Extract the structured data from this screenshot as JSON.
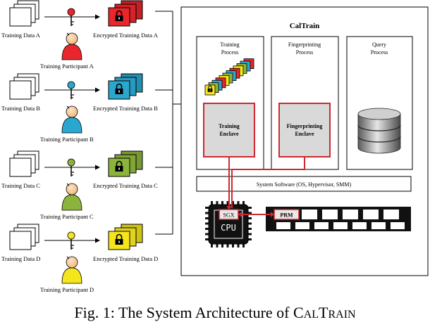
{
  "colors": {
    "red": "#e8262b",
    "blue": "#2aa7cf",
    "green": "#8cb43c",
    "yellow": "#f5e51c",
    "wire": "#d0282e"
  },
  "participants": [
    {
      "data_label": "Training Data A",
      "encrypted_label": "Encrypted Training Data A",
      "participant_label": "Training Participant A",
      "color": "#e8262b"
    },
    {
      "data_label": "Training Data B",
      "encrypted_label": "Encrypted Training Data B",
      "participant_label": "Training Participant B",
      "color": "#2aa7cf"
    },
    {
      "data_label": "Training Data C",
      "encrypted_label": "Encrypted Training Data C",
      "participant_label": "Training Participant C",
      "color": "#8cb43c"
    },
    {
      "data_label": "Training Data D",
      "encrypted_label": "Encrypted Training Data D",
      "participant_label": "Training Participant D",
      "color": "#f5e51c"
    }
  ],
  "system": {
    "title": "CalTrain",
    "training_process_line1": "Training",
    "training_process_line2": "Process",
    "fingerprinting_process_line1": "Fingerprinting",
    "fingerprinting_process_line2": "Process",
    "query_process_line1": "Query",
    "query_process_line2": "Process",
    "training_enclave_line1": "Training",
    "training_enclave_line2": "Enclave",
    "fingerprinting_enclave_line1": "Fingerprinting",
    "fingerprinting_enclave_line2": "Enclave",
    "system_software": "System Software (OS, Hypervisor, SMM)",
    "sgx": "SGX",
    "cpu": "CPU",
    "prm": "PRM"
  },
  "caption": {
    "prefix": "Fig. 1: The System Architecture of ",
    "name_cap1": "C",
    "name_small1": "AL",
    "name_cap2": "T",
    "name_small2": "RAIN"
  }
}
